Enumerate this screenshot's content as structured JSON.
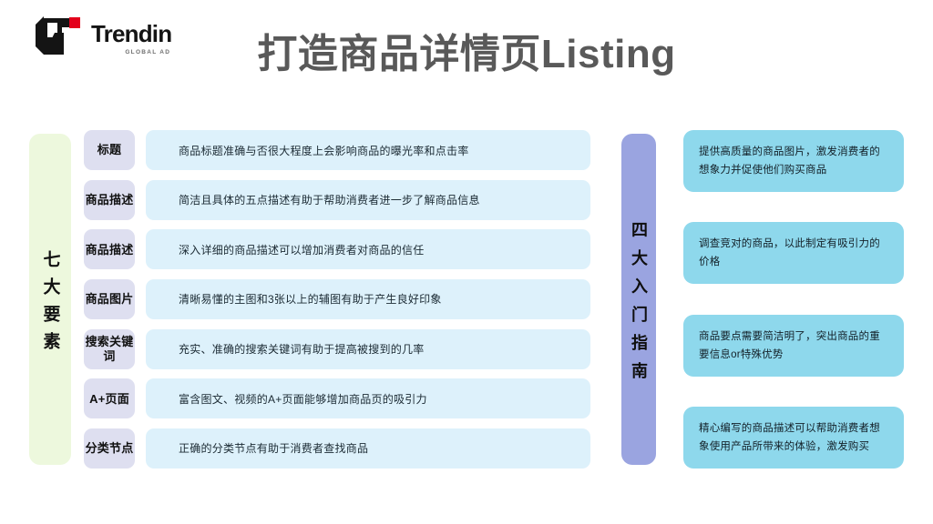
{
  "header": {
    "logo": {
      "wordmark": "Trendin",
      "tagline": "GLOBAL AD",
      "mark_color": "#141414",
      "accent_color": "#e3001b"
    },
    "title": "打造商品详情页Listing",
    "title_color": "#595959"
  },
  "left_section": {
    "vertical_label": "七大要素",
    "bar_color": "#edf8dd",
    "pill_color": "#dedff0",
    "row_color": "#ddf1fb",
    "rows": [
      {
        "label": "标题",
        "text": "商品标题准确与否很大程度上会影响商品的曝光率和点击率"
      },
      {
        "label": "商品描述",
        "text": "简洁且具体的五点描述有助于帮助消费者进一步了解商品信息"
      },
      {
        "label": "商品描述",
        "text": "深入详细的商品描述可以增加消费者对商品的信任"
      },
      {
        "label": "商品图片",
        "text": "清晰易懂的主图和3张以上的辅图有助于产生良好印象"
      },
      {
        "label": "搜索关键词",
        "text": "充实、准确的搜索关键词有助于提高被搜到的几率"
      },
      {
        "label": "A+页面",
        "text": "富含图文、视频的A+页面能够增加商品页的吸引力"
      },
      {
        "label": "分类节点",
        "text": "正确的分类节点有助于消费者查找商品"
      }
    ]
  },
  "right_section": {
    "vertical_label": "四大入门指南",
    "bar_color": "#9aa4e0",
    "card_color": "#8ed8ec",
    "cards": [
      {
        "text": "提供高质量的商品图片，激发消费者的想象力并促使他们购买商品"
      },
      {
        "text": "调查竞对的商品，以此制定有吸引力的价格"
      },
      {
        "text": "商品要点需要简洁明了，突出商品的重要信息or特殊优势"
      },
      {
        "text": "精心编写的商品描述可以帮助消费者想象使用产品所带来的体验，激发购买"
      }
    ]
  }
}
